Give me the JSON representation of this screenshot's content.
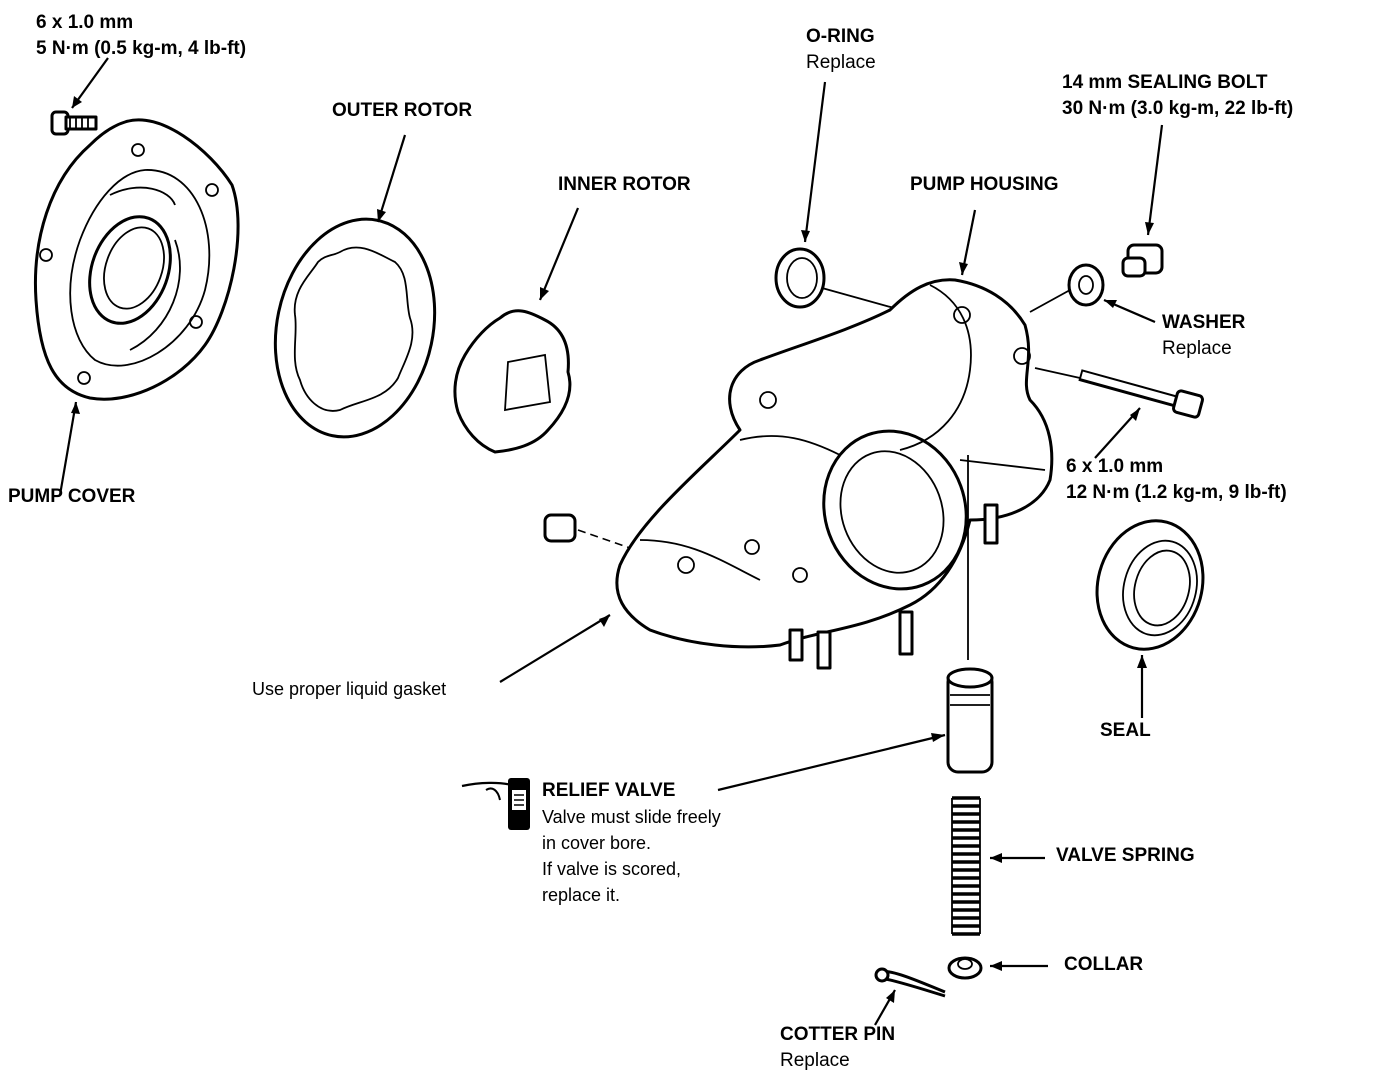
{
  "labels": {
    "cover_bolt": {
      "line1": "6 x 1.0 mm",
      "line2": "5 N·m (0.5 kg-m, 4 lb-ft)"
    },
    "outer_rotor": "OUTER ROTOR",
    "inner_rotor": "INNER ROTOR",
    "o_ring": {
      "title": "O-RING",
      "note": "Replace"
    },
    "sealing_bolt": {
      "line1": "14 mm SEALING BOLT",
      "line2": "30 N·m (3.0 kg-m, 22 lb-ft)"
    },
    "pump_housing": "PUMP HOUSING",
    "washer": {
      "title": "WASHER",
      "note": "Replace"
    },
    "housing_bolt": {
      "line1": "6 x 1.0 mm",
      "line2": "12 N·m (1.2 kg-m, 9 lb-ft)"
    },
    "pump_cover": "PUMP COVER",
    "seal": "SEAL",
    "liquid_gasket": "Use proper liquid gasket",
    "relief_valve": {
      "title": "RELIEF VALVE",
      "notes": [
        "Valve must slide freely",
        "in cover bore.",
        "If valve is scored,",
        "replace it."
      ]
    },
    "valve_spring": "VALVE SPRING",
    "collar": "COLLAR",
    "cotter_pin": {
      "title": "COTTER PIN",
      "note": "Replace"
    }
  },
  "icons": [
    "hex-bolt-icon",
    "oil-can-icon"
  ]
}
